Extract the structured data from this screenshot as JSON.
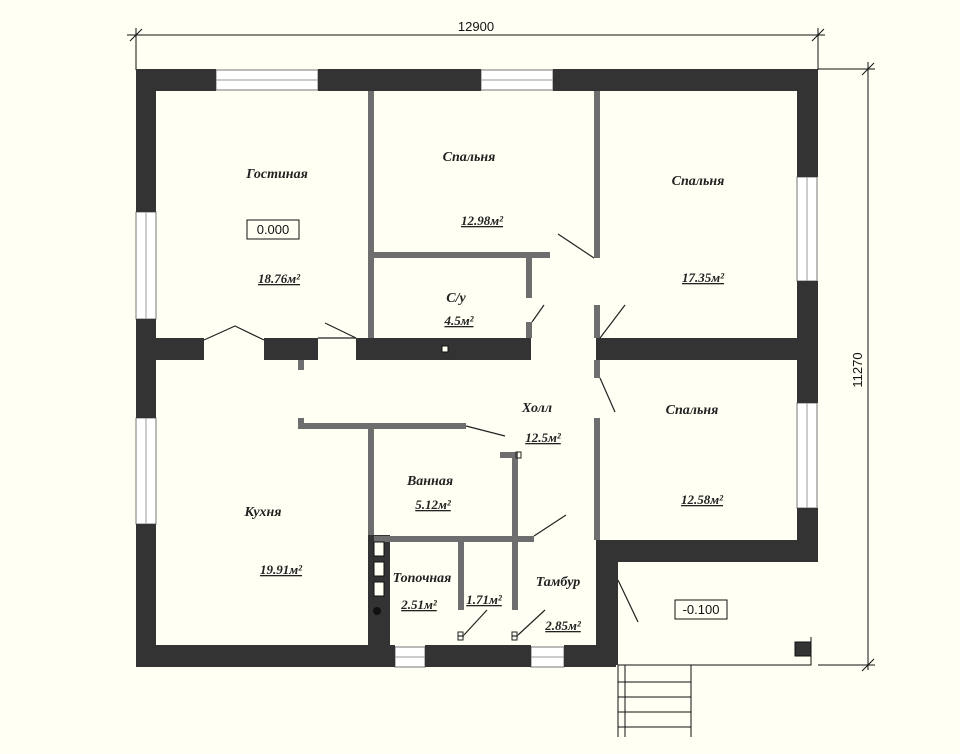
{
  "dimensions": {
    "width": "12900",
    "height": "11270"
  },
  "levels": {
    "main": "0.000",
    "porch": "-0.100"
  },
  "rooms": {
    "living": {
      "name": "Гостиная",
      "area": "18.76м²"
    },
    "bed1": {
      "name": "Спальня",
      "area": "12.98м²"
    },
    "bed2": {
      "name": "Спальня",
      "area": "17.35м²"
    },
    "wc": {
      "name": "С/у",
      "area": "4.5м²"
    },
    "hall": {
      "name": "Холл",
      "area": "12.5м²"
    },
    "bed3": {
      "name": "Спальня",
      "area": "12.58м²"
    },
    "bath": {
      "name": "Ванная",
      "area": "5.12м²"
    },
    "kitchen": {
      "name": "Кухня",
      "area": "19.91м²"
    },
    "boiler": {
      "name": "Топочная",
      "area": "2.51м²"
    },
    "pantry": {
      "name": "",
      "area": "1.71м²"
    },
    "vestibule": {
      "name": "Тамбур",
      "area": "2.85м²"
    }
  },
  "colors": {
    "wall": "#333333",
    "partition": "#6e6e6e",
    "background": "#fffff4",
    "window": "#ffffff"
  }
}
